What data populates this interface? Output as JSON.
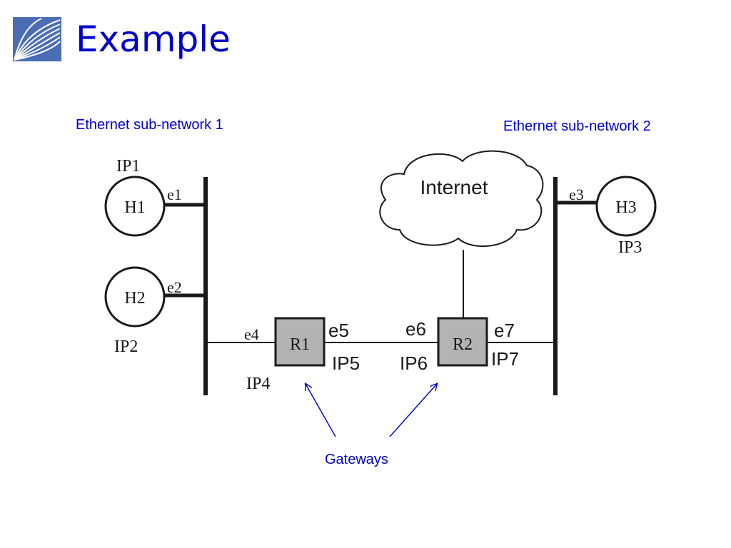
{
  "slide": {
    "title": "Example",
    "logo_icon": "company-logo"
  },
  "callouts": {
    "subnet1": "Ethernet sub-network 1",
    "subnet2": "Ethernet sub-network 2",
    "gateways": "Gateways"
  },
  "diagram": {
    "cloud_label": "Internet",
    "hosts": [
      {
        "label": "H1",
        "interface": "e1",
        "ip": "IP1"
      },
      {
        "label": "H2",
        "interface": "e2",
        "ip": "IP2"
      },
      {
        "label": "H3",
        "interface": "e3",
        "ip": "IP3"
      }
    ],
    "routers": [
      {
        "label": "R1",
        "interface_left": "e4",
        "ip_left": "IP4",
        "interface_right": "e5",
        "ip_right": "IP5"
      },
      {
        "label": "R2",
        "interface_left": "e6",
        "ip_left": "IP6",
        "interface_right": "e7",
        "ip_right": "IP7"
      }
    ],
    "colors": {
      "accent": "#0000cc",
      "router_fill": "#b3b3b3",
      "line": "#1a1a1a"
    }
  }
}
